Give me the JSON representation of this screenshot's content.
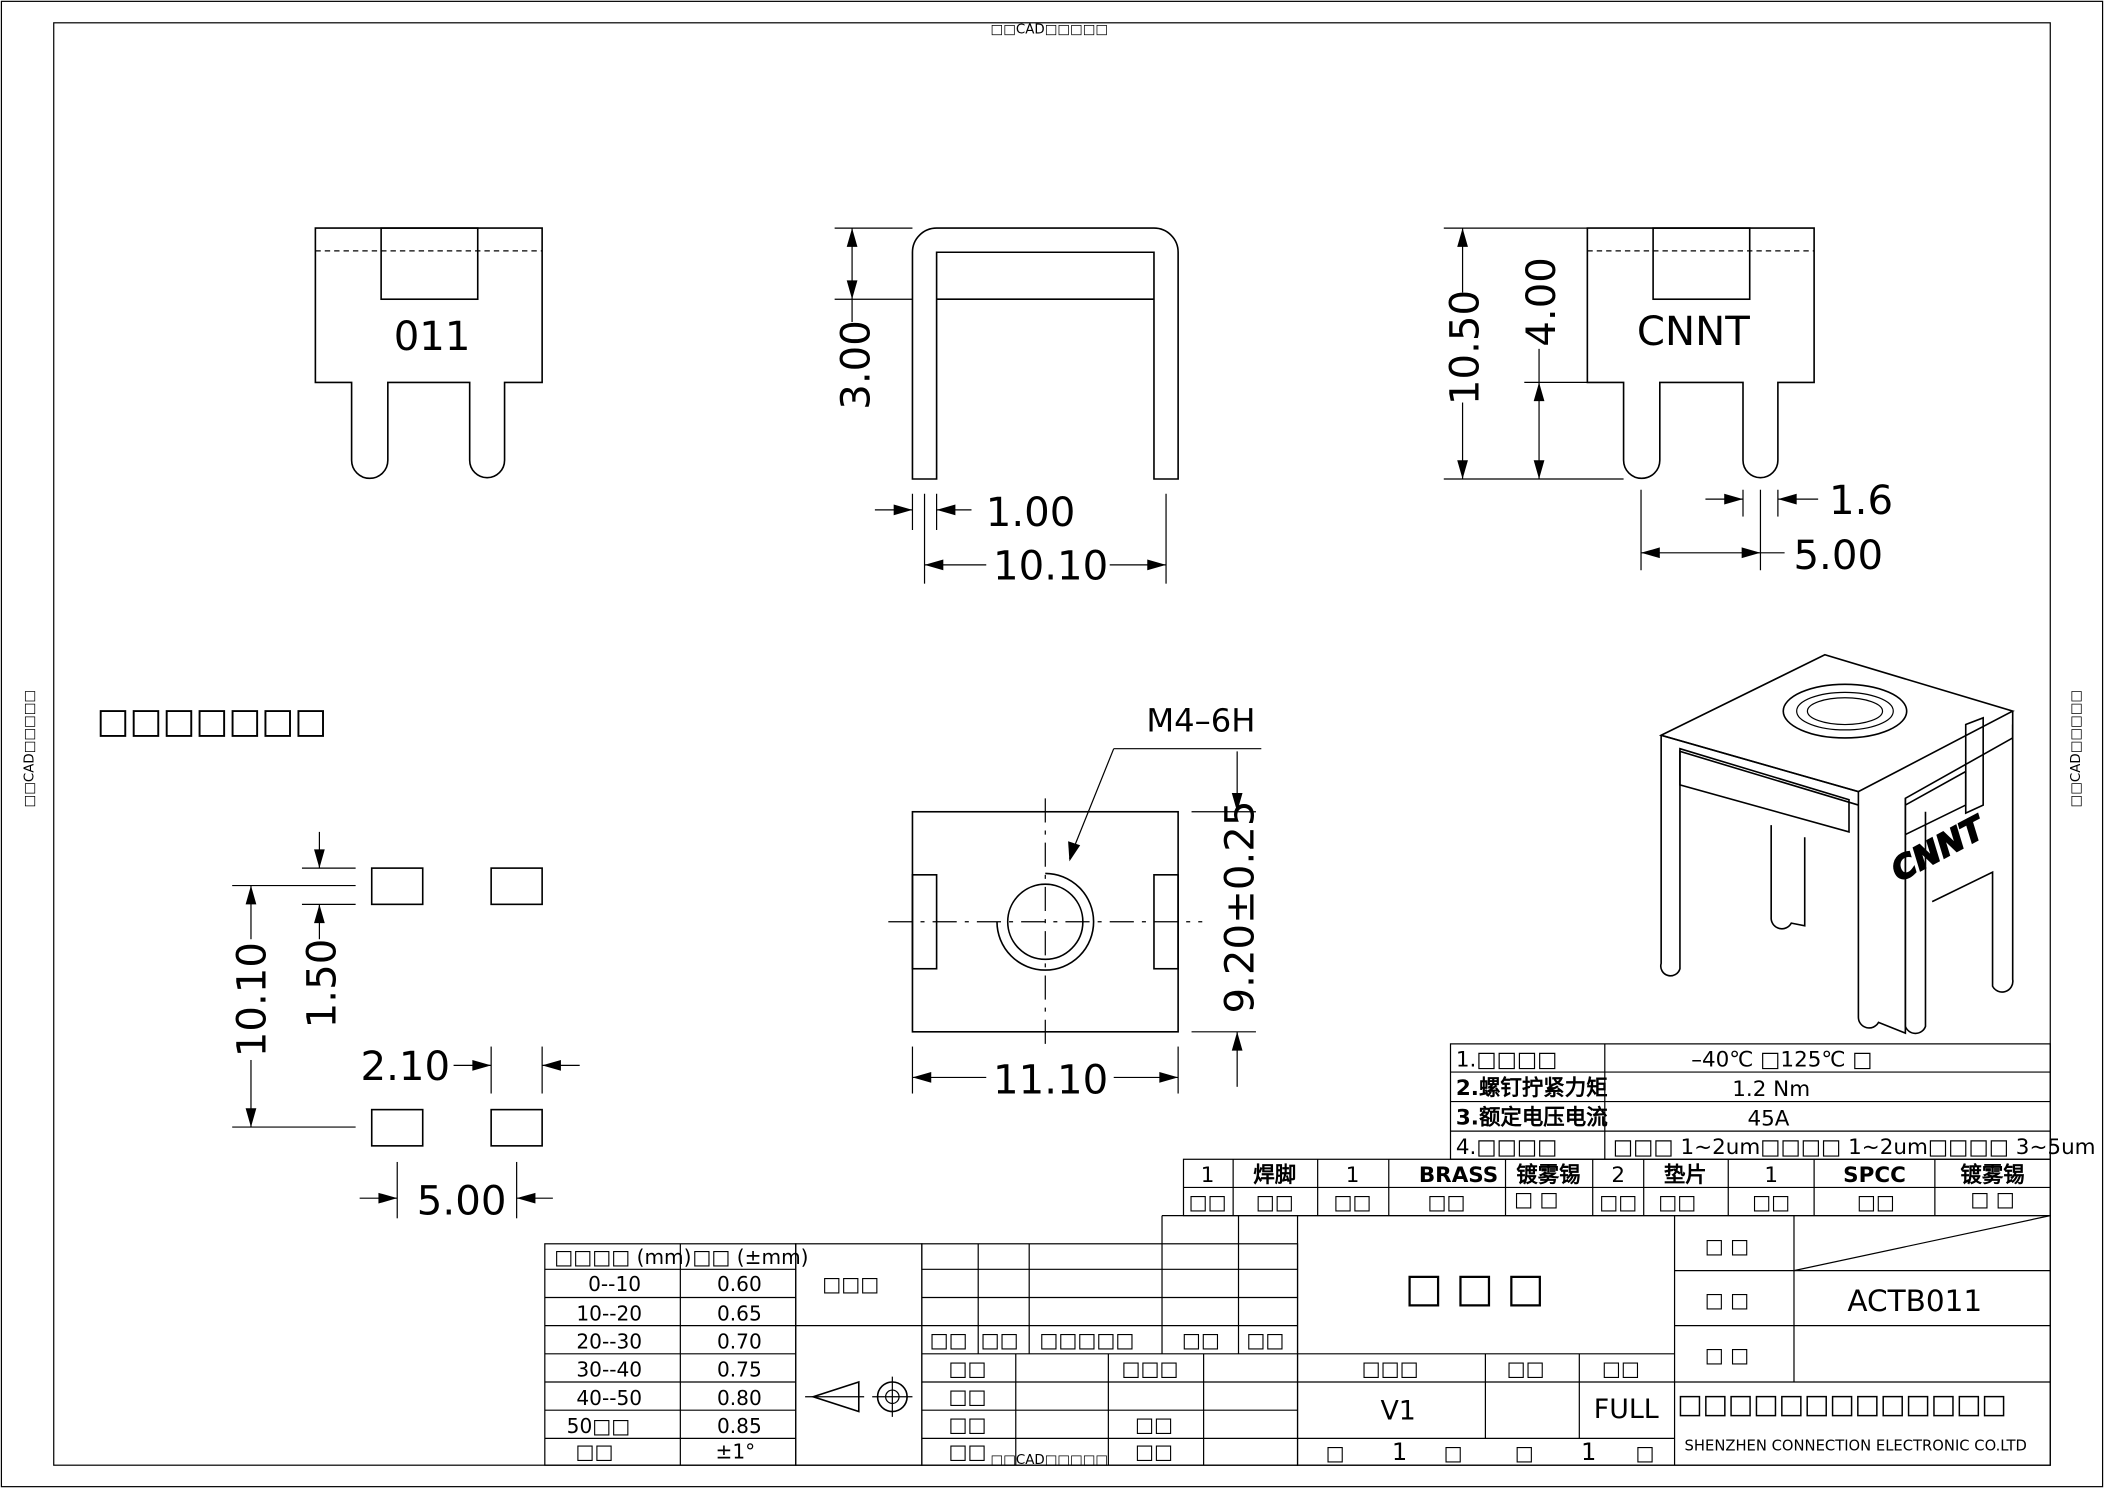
{
  "watermark": {
    "top": "□□CAD□□□□□",
    "left": "□□CAD□□□□□",
    "right": "□□CAD□□□□□",
    "bottom": "□□CAD□□□□□"
  },
  "views": {
    "front_marking": "011",
    "side_marking": "CNNT",
    "thread_callout": "M4–6H",
    "pcb_heading": "□□□□□□□",
    "iso_logo": "CNNT"
  },
  "dimensions": {
    "top_height": "3.00",
    "wall_thickness": "1.00",
    "overall_width": "10.10",
    "overall_height": "10.50",
    "body_height": "4.00",
    "pin_width": "1.6",
    "pin_spacing": "5.00",
    "pad_pitch_y": "10.10",
    "pad_height": "1.50",
    "pad_gap": "2.10",
    "pad_pitch_x": "5.00",
    "top_depth": "9.20±0.25",
    "top_width": "11.10"
  },
  "specs": [
    {
      "label": "1.□□□□",
      "value": "–40℃ □125℃ □"
    },
    {
      "label": "2.螺钉拧紧力矩",
      "value": "1.2 Nm"
    },
    {
      "label": "3.额定电压电流",
      "value": "45A"
    },
    {
      "label": "4.□□□□",
      "value": "□□□ 1~2um□□□□ 1~2um□□□□ 3~5um"
    }
  ],
  "bom": {
    "rows": [
      [
        "1",
        "焊脚",
        "1",
        "BRASS",
        "镀雾锡",
        "2",
        "垫片",
        "1",
        "SPCC",
        "镀雾锡"
      ],
      [
        "□□",
        "□□",
        "□□",
        "□□",
        "□ □",
        "□□",
        "□□",
        "□□",
        "□□",
        "□ □"
      ]
    ]
  },
  "tolerance": {
    "header_range": "□□□□ (mm)",
    "header_tol": "□□ (±mm)",
    "rows": [
      [
        "0--10",
        "0.60"
      ],
      [
        "10--20",
        "0.65"
      ],
      [
        "20--30",
        "0.70"
      ],
      [
        "30--40",
        "0.75"
      ],
      [
        "40--50",
        "0.80"
      ],
      [
        "50□□",
        "0.85"
      ],
      [
        "□□",
        "±1°"
      ]
    ],
    "projection_label": "□□□"
  },
  "signoff": {
    "row_labels": [
      "□□",
      "□□",
      "□□□□□",
      "□□",
      "□□"
    ],
    "left_col": [
      "□□",
      "□□",
      "□□",
      "□□"
    ],
    "mid_labels": [
      "□□□",
      "□□",
      "□□"
    ]
  },
  "title_block": {
    "product_name": "□ □ □",
    "scale_label": "□□□",
    "weight_label": "□□",
    "ratio_label": "□□",
    "version": "V1",
    "scale_value": "FULL",
    "sheet_pre": "□",
    "sheet_num": "1",
    "sheet_mid": "□",
    "sheet_pre2": "□",
    "sheet_total": "1",
    "sheet_post": "□",
    "name_label": "□ □",
    "part_label": "□ □",
    "part_number": "ACTB011",
    "drawing_label": "□ □",
    "company_cn": "□□□□□□□□□□□□□",
    "company_en": "SHENZHEN CONNECTION ELECTRONIC CO.LTD"
  }
}
